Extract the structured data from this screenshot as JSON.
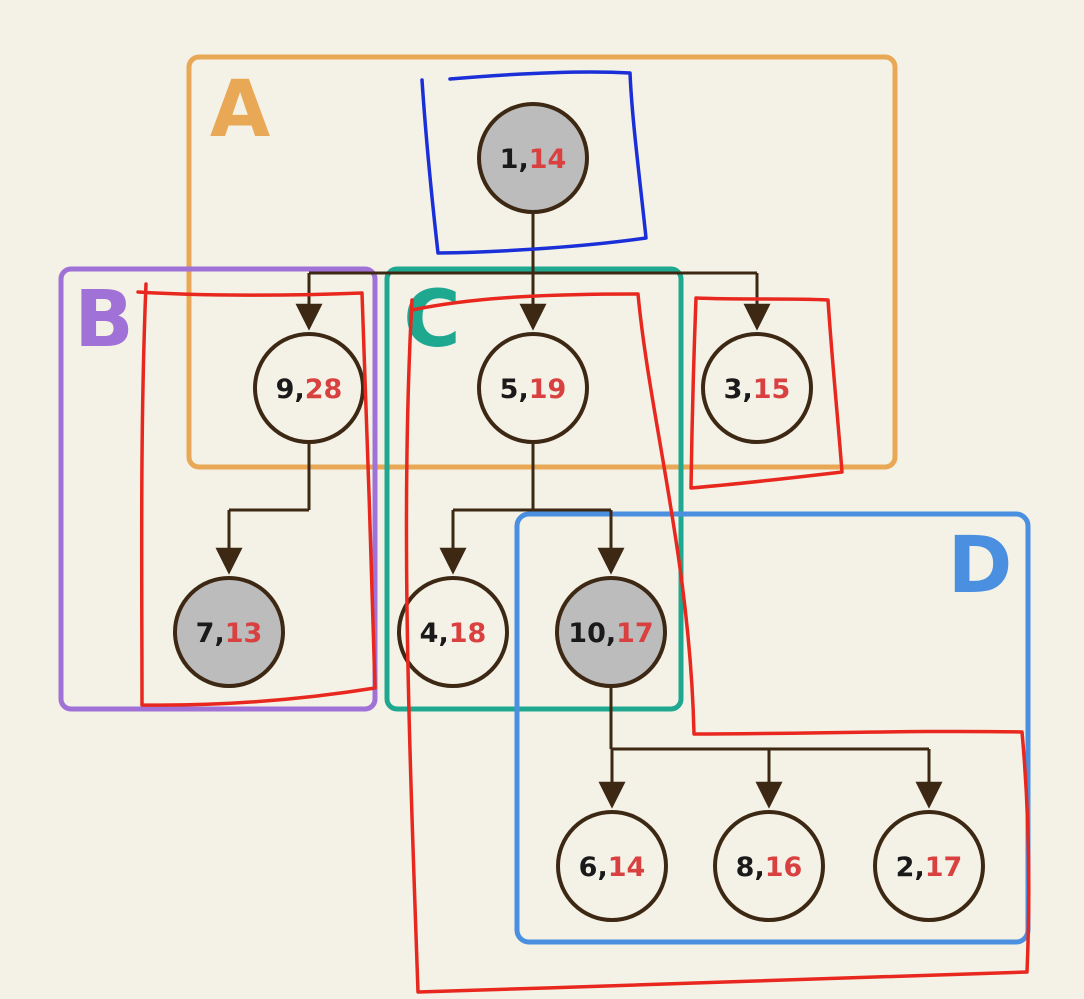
{
  "colors": {
    "background": "#f4f2e6",
    "group_a": "#e8a855",
    "group_b": "#a071d6",
    "group_c": "#1fa890",
    "group_d": "#4a8fe0",
    "edge": "#3d2814",
    "node_stroke": "#3d2814",
    "node_fill_plain": "#f4f2e6",
    "node_fill_shaded": "#bcbcbc",
    "first_number": "#1a1a1a",
    "second_number": "#d94040",
    "annotation_red": "#e8281e",
    "annotation_blue": "#1a2fd8"
  },
  "groups": [
    {
      "id": "A",
      "label": "A",
      "color": "#e8a855"
    },
    {
      "id": "B",
      "label": "B",
      "color": "#a071d6"
    },
    {
      "id": "C",
      "label": "C",
      "color": "#1fa890"
    },
    {
      "id": "D",
      "label": "D",
      "color": "#4a8fe0"
    }
  ],
  "nodes": [
    {
      "id": "n1",
      "first": "1",
      "sep": ",",
      "second": "14",
      "shaded": true
    },
    {
      "id": "n9",
      "first": "9",
      "sep": ",",
      "second": "28",
      "shaded": false
    },
    {
      "id": "n5",
      "first": "5",
      "sep": ",",
      "second": "19",
      "shaded": false
    },
    {
      "id": "n3",
      "first": "3",
      "sep": ",",
      "second": "15",
      "shaded": false
    },
    {
      "id": "n7",
      "first": "7",
      "sep": ",",
      "second": "13",
      "shaded": true
    },
    {
      "id": "n4",
      "first": "4",
      "sep": ",",
      "second": "18",
      "shaded": false
    },
    {
      "id": "n10",
      "first": "10",
      "sep": ",",
      "second": "17",
      "shaded": true
    },
    {
      "id": "n6",
      "first": "6",
      "sep": ",",
      "second": "14",
      "shaded": false
    },
    {
      "id": "n8",
      "first": "8",
      "sep": ",",
      "second": "16",
      "shaded": false
    },
    {
      "id": "n2",
      "first": "2",
      "sep": ",",
      "second": "17",
      "shaded": false
    }
  ],
  "edges": [
    {
      "from": "n1",
      "to": "n9"
    },
    {
      "from": "n1",
      "to": "n5"
    },
    {
      "from": "n1",
      "to": "n3"
    },
    {
      "from": "n9",
      "to": "n7"
    },
    {
      "from": "n5",
      "to": "n4"
    },
    {
      "from": "n5",
      "to": "n10"
    },
    {
      "from": "n10",
      "to": "n6"
    },
    {
      "from": "n10",
      "to": "n8"
    },
    {
      "from": "n10",
      "to": "n2"
    }
  ]
}
